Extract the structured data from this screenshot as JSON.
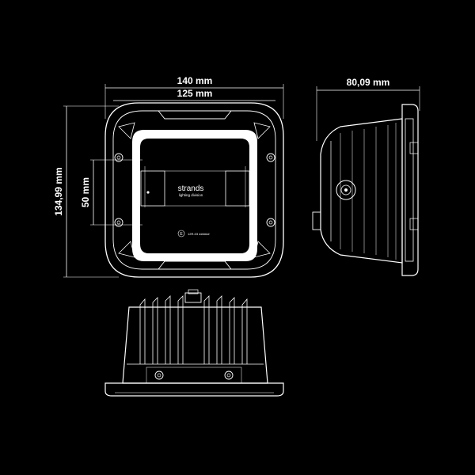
{
  "dimensions": {
    "width_outer": "140 mm",
    "width_inner": "125 mm",
    "height_total": "134,99 mm",
    "height_inner": "50 mm",
    "depth": "80,09 mm"
  },
  "product": {
    "brand": "strands",
    "sub": "lighting division",
    "mark_e": "E",
    "code": "12R-03 ######"
  },
  "colors": {
    "background": "#000000",
    "line": "#ffffff",
    "led": "#ffffff"
  }
}
